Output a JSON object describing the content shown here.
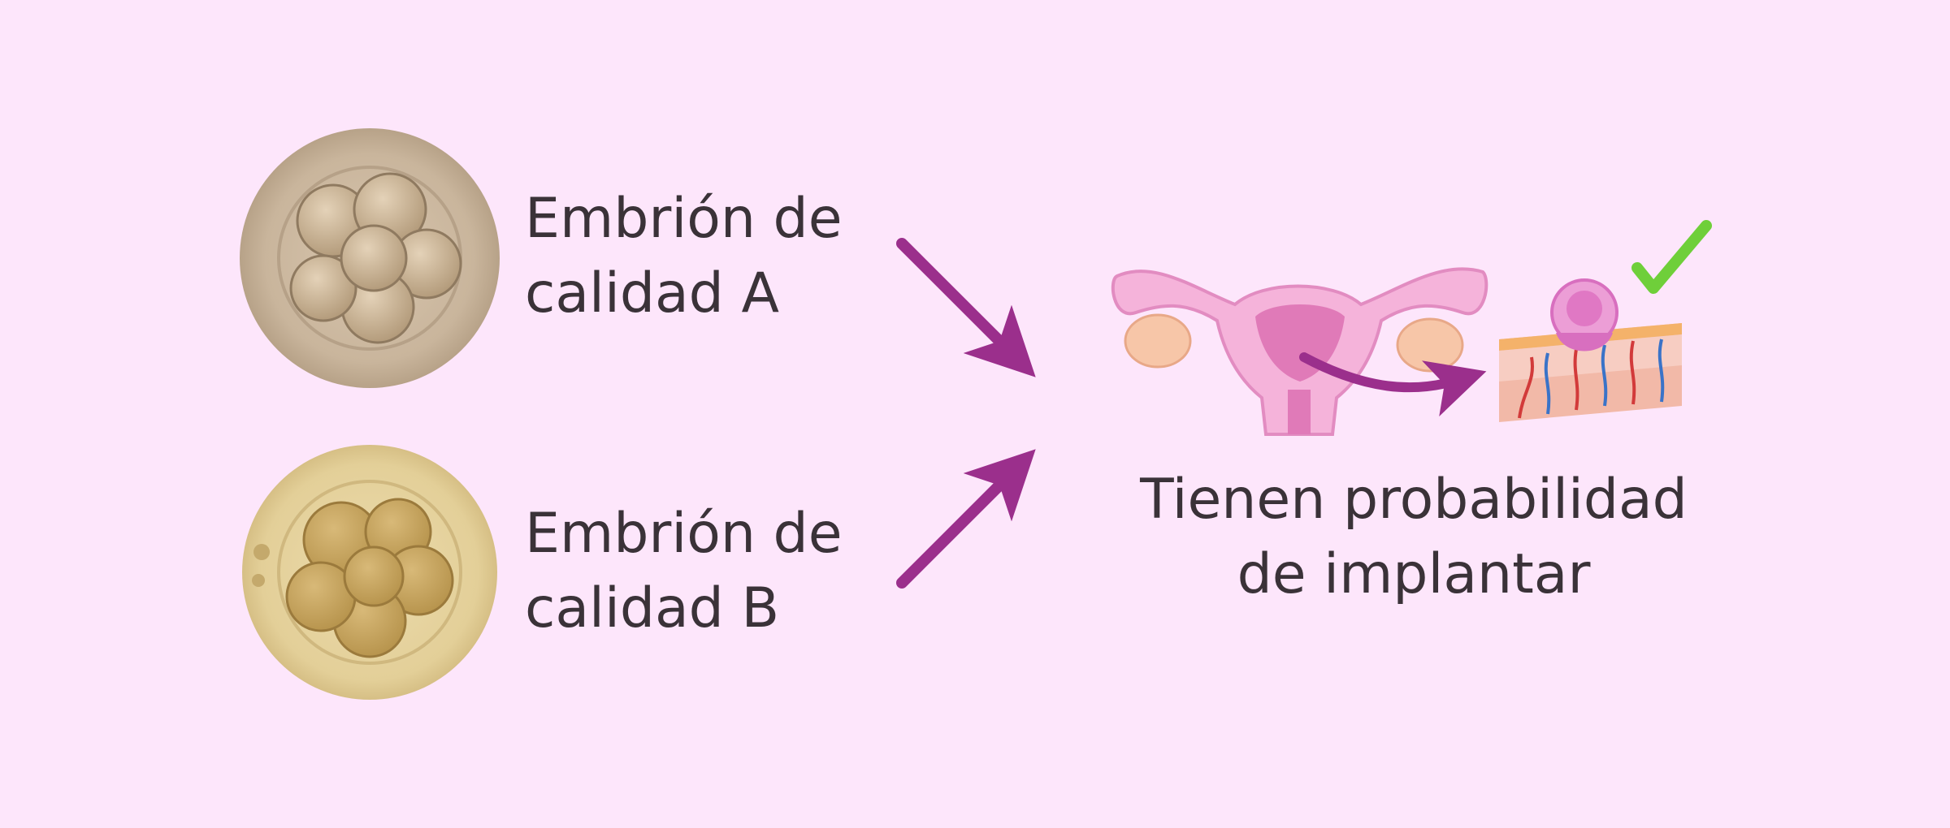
{
  "embryo_a": {
    "line1": "Embrión de",
    "line2": "calidad A"
  },
  "embryo_b": {
    "line1": "Embrión de",
    "line2": "calidad B"
  },
  "result": {
    "line1": "Tienen probabilidad",
    "line2": "de implantar"
  },
  "colors": {
    "background": "#fde6fb",
    "arrow": "#9b2f8c",
    "text": "#3a3238",
    "check": "#6fcf3a",
    "uterus": "#f3a9d8"
  }
}
